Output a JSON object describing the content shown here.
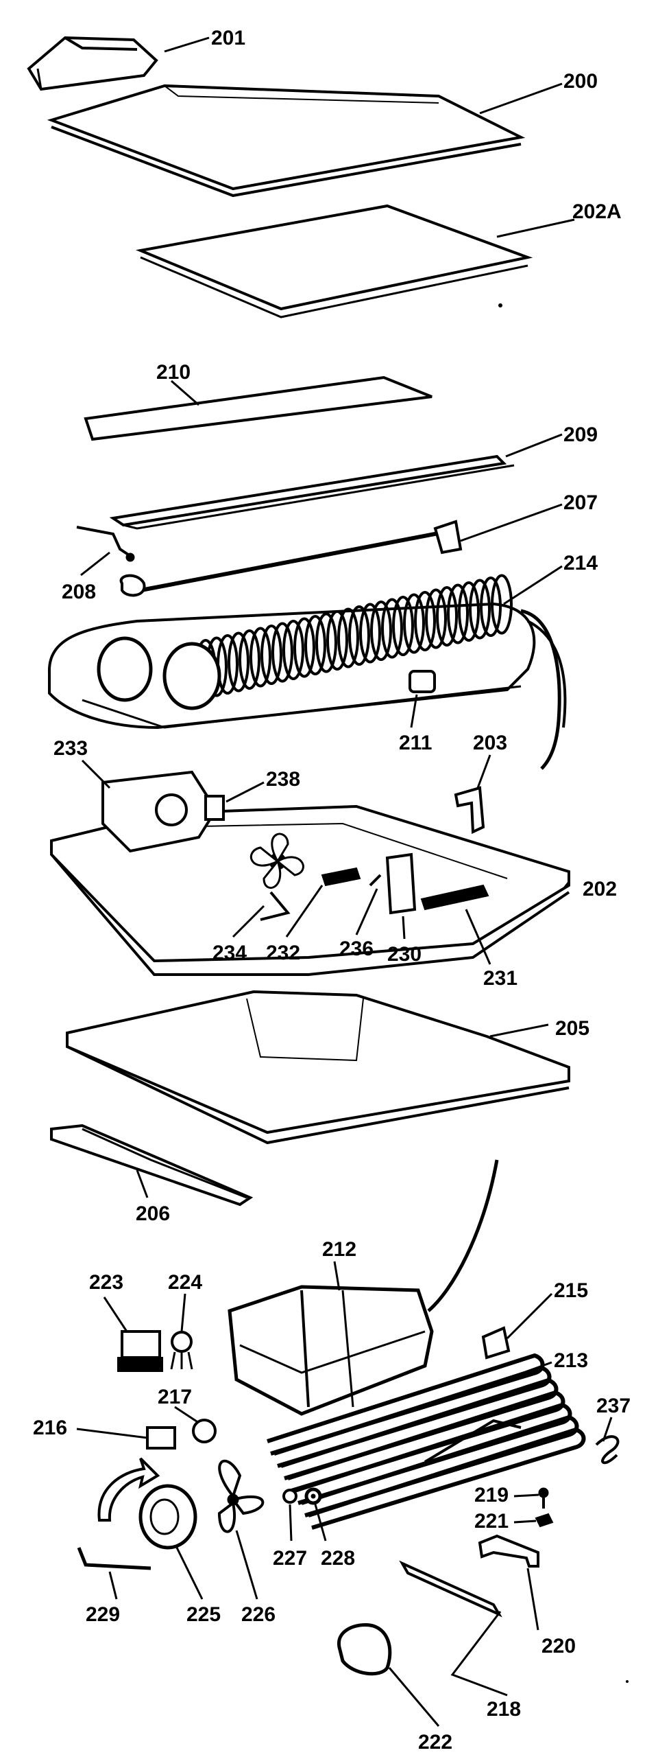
{
  "diagram": {
    "labels": {
      "p201": "201",
      "p200": "200",
      "p202A": "202A",
      "p210": "210",
      "p209": "209",
      "p207": "207",
      "p208": "208",
      "p214": "214",
      "p211": "211",
      "p203": "203",
      "p233": "233",
      "p238": "238",
      "p202": "202",
      "p234": "234",
      "p232": "232",
      "p236": "236",
      "p230": "230",
      "p231": "231",
      "p205": "205",
      "p206": "206",
      "p212": "212",
      "p223": "223",
      "p224": "224",
      "p215": "215",
      "p213": "213",
      "p217": "217",
      "p216": "216",
      "p237": "237",
      "p219": "219",
      "p221": "221",
      "p227": "227",
      "p228": "228",
      "p229": "229",
      "p225": "225",
      "p226": "226",
      "p218": "218",
      "p220": "220",
      "p222": "222"
    }
  }
}
